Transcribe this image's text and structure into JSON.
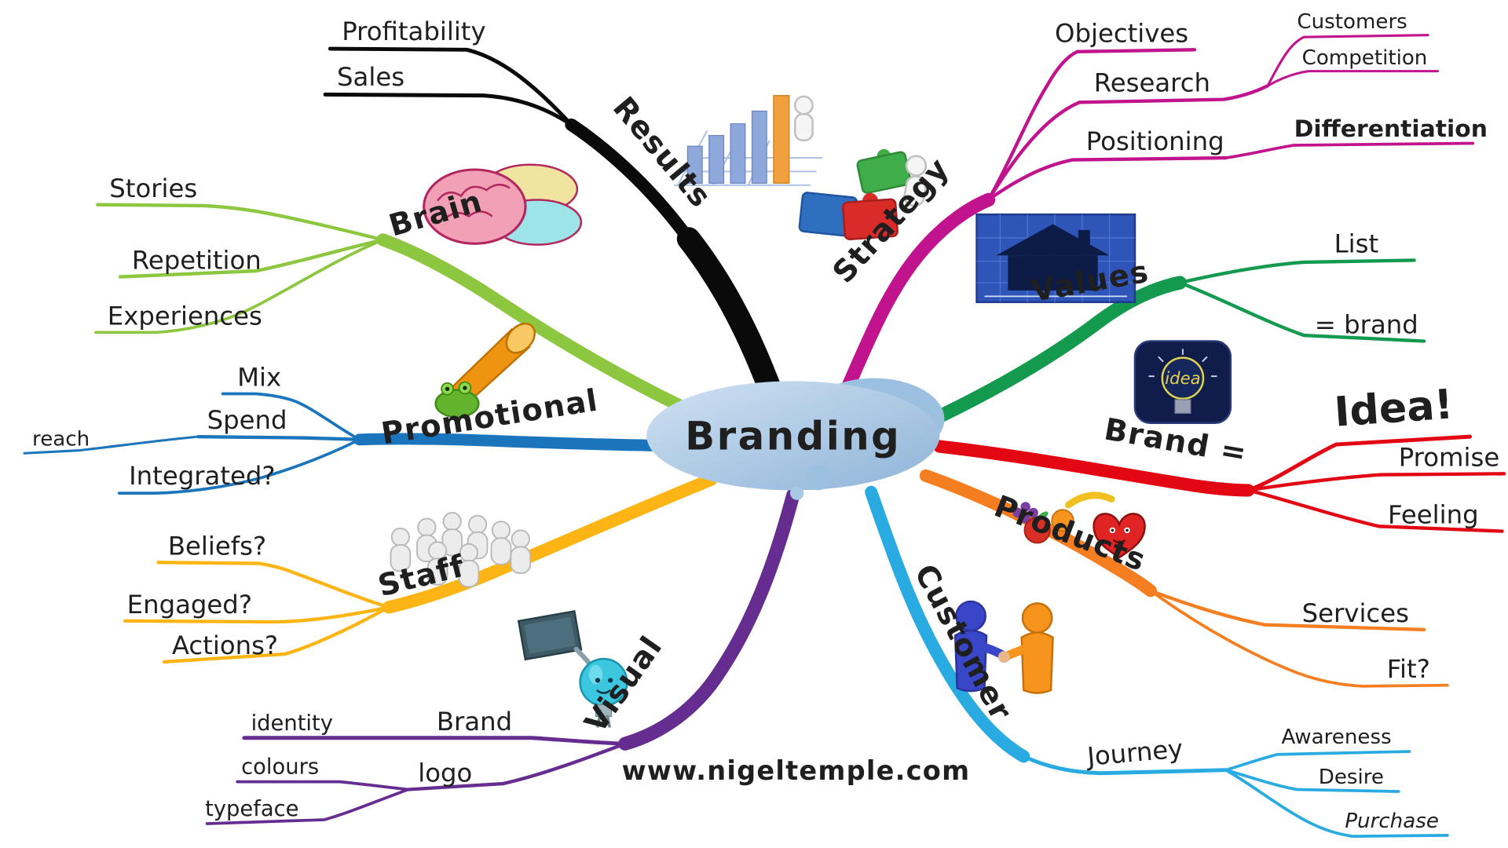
{
  "center": {
    "label": "Branding"
  },
  "footer": {
    "text": "www.nigeltemple.com"
  },
  "branches": [
    {
      "id": "results",
      "label": "Results",
      "color": "#0a0a0a",
      "children": [
        {
          "label": "Sales"
        },
        {
          "label": "Profitability"
        }
      ]
    },
    {
      "id": "strategy",
      "label": "Strategy",
      "color": "#c2138f",
      "children": [
        {
          "label": "Objectives"
        },
        {
          "label": "Research",
          "children": [
            {
              "label": "Customers"
            },
            {
              "label": "Competition"
            }
          ]
        },
        {
          "label": "Positioning",
          "children": [
            {
              "label": "Differentiation",
              "color": "#ff0000"
            }
          ]
        }
      ]
    },
    {
      "id": "values",
      "label": "Values",
      "color": "#149a4e",
      "label_color": "#1b2a6b",
      "children": [
        {
          "label": "List"
        },
        {
          "label": "= brand"
        }
      ]
    },
    {
      "id": "brand-equals",
      "label": "Brand =",
      "color": "#e30613",
      "children": [
        {
          "label": "Idea!"
        },
        {
          "label": "Promise"
        },
        {
          "label": "Feeling"
        }
      ]
    },
    {
      "id": "products",
      "label": "Products",
      "color": "#f57e20",
      "children": [
        {
          "label": "Services"
        },
        {
          "label": "Fit?"
        }
      ]
    },
    {
      "id": "customer",
      "label": "Customer",
      "color": "#29abe2",
      "children": [
        {
          "label": "Journey",
          "children": [
            {
              "label": "Awareness"
            },
            {
              "label": "Desire"
            },
            {
              "label": "Purchase"
            }
          ]
        }
      ]
    },
    {
      "id": "visual",
      "label": "Visual",
      "color": "#662d91",
      "children": [
        {
          "label": "Brand",
          "children": [
            {
              "label": "identity"
            }
          ]
        },
        {
          "label": "logo",
          "children": [
            {
              "label": "colours"
            },
            {
              "label": "typeface"
            }
          ]
        }
      ]
    },
    {
      "id": "staff",
      "label": "Staff",
      "color": "#fdb515",
      "children": [
        {
          "label": "Beliefs?"
        },
        {
          "label": "Engaged?"
        },
        {
          "label": "Actions?"
        }
      ]
    },
    {
      "id": "promotional",
      "label": "Promotional",
      "color": "#1b75bc",
      "children": [
        {
          "label": "Mix"
        },
        {
          "label": "Spend",
          "children": [
            {
              "label": "reach"
            }
          ]
        },
        {
          "label": "Integrated?"
        }
      ]
    },
    {
      "id": "brain",
      "label": "Brain",
      "color": "#8dc63f",
      "children": [
        {
          "label": "Stories"
        },
        {
          "label": "Repetition"
        },
        {
          "label": "Experiences"
        }
      ]
    }
  ],
  "icons": {
    "bar_chart": "growth-bar-chart-with-figure",
    "puzzle": "puzzle-pieces-teamwork",
    "brain": "colored-brain",
    "blueprint": "house-blueprint",
    "idea_bulb": {
      "name": "dark-lightbulb-idea",
      "text": "idea"
    },
    "frog_megaphone": "frog-with-megaphone",
    "crowd": "staff-crowd-figures",
    "products_food": "fruit-and-heart",
    "handshake": "customer-handshake-figures",
    "bulb_sign": "lightbulb-character-with-sign"
  }
}
